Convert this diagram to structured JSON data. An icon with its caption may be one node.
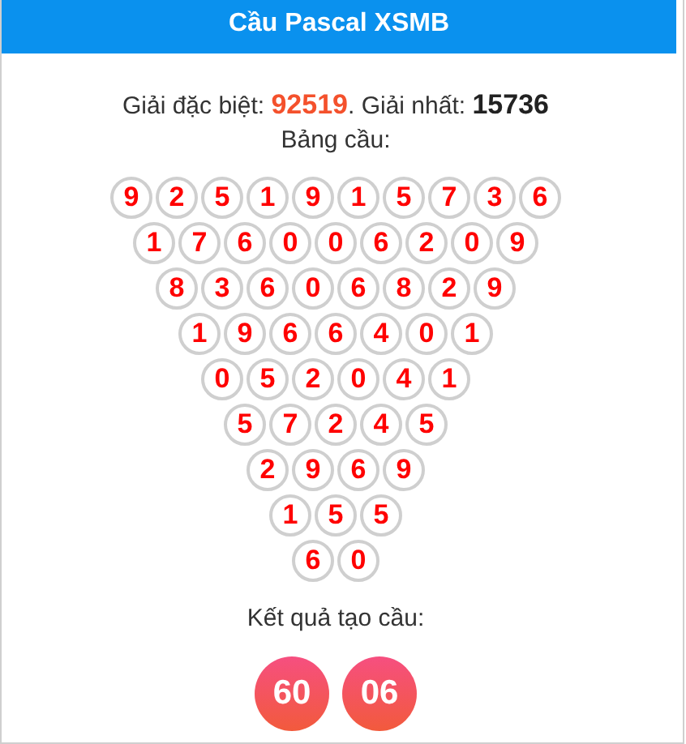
{
  "diagram": {
    "title": "Cầu Pascal XSMB",
    "nodes": [
      {
        "text": [
          "9"
        ]
      },
      {
        "text": [
          "2"
        ]
      },
      {
        "text": [
          "5"
        ]
      },
      {
        "text": [
          "1"
        ]
      },
      {
        "text": [
          "9"
        ]
      },
      {
        "text": [
          "1"
        ]
      },
      {
        "text": [
          "5"
        ]
      },
      {
        "text": [
          "7"
        ]
      },
      {
        "text": [
          "3"
        ]
      },
      {
        "text": [
          "6"
        ]
      },
      {
        "text": [
          "1"
        ]
      },
      {
        "text": [
          "7"
        ]
      },
      {
        "text": [
          "6"
        ]
      },
      {
        "text": [
          "0"
        ]
      },
      {
        "text": [
          "0"
        ]
      },
      {
        "text": [
          "6"
        ]
      },
      {
        "text": [
          "2"
        ]
      },
      {
        "text": [
          "0"
        ]
      },
      {
        "text": [
          "9"
        ]
      },
      {
        "text": [
          "8"
        ]
      },
      {
        "text": [
          "3"
        ]
      },
      {
        "text": [
          "6"
        ]
      },
      {
        "text": [
          "0"
        ]
      },
      {
        "text": [
          "6"
        ]
      },
      {
        "text": [
          "8"
        ]
      },
      {
        "text": [
          "2"
        ]
      },
      {
        "text": [
          "9"
        ]
      },
      {
        "text": [
          "1"
        ]
      },
      {
        "text": [
          "9"
        ]
      },
      {
        "text": [
          "6"
        ]
      },
      {
        "text": [
          "6"
        ]
      },
      {
        "text": [
          "4"
        ]
      },
      {
        "text": [
          "0"
        ]
      },
      {
        "text": [
          "1"
        ]
      },
      {
        "text": [
          "0"
        ]
      },
      {
        "text": [
          "5"
        ]
      },
      {
        "text": [
          "2"
        ]
      },
      {
        "text": [
          "0"
        ]
      },
      {
        "text": [
          "4"
        ]
      },
      {
        "text": [
          "1"
        ]
      },
      {
        "text": [
          "5"
        ]
      },
      {
        "text": [
          "7"
        ]
      },
      {
        "text": [
          "2"
        ]
      },
      {
        "text": [
          "4"
        ]
      },
      {
        "text": [
          "5"
        ]
      },
      {
        "text": [
          "2"
        ]
      },
      {
        "text": [
          "9"
        ]
      },
      {
        "text": [
          "6"
        ]
      },
      {
        "text": [
          "9"
        ]
      },
      {
        "text": [
          "1"
        ]
      },
      {
        "text": [
          "5"
        ]
      },
      {
        "text": [
          "5"
        ]
      },
      {
        "text": [
          "6"
        ]
      },
      {
        "text": [
          "0"
        ]
      },
      {
        "text": [
          "60"
        ]
      },
      {
        "text": [
          "06"
        ]
      }
    ],
    "labels": [
      "Giải đặc biệt: **92519**. Giải nhất: **15736**",
      "Bảng cầu:",
      "Kết quả tạo cầu:"
    ]
  }
}
